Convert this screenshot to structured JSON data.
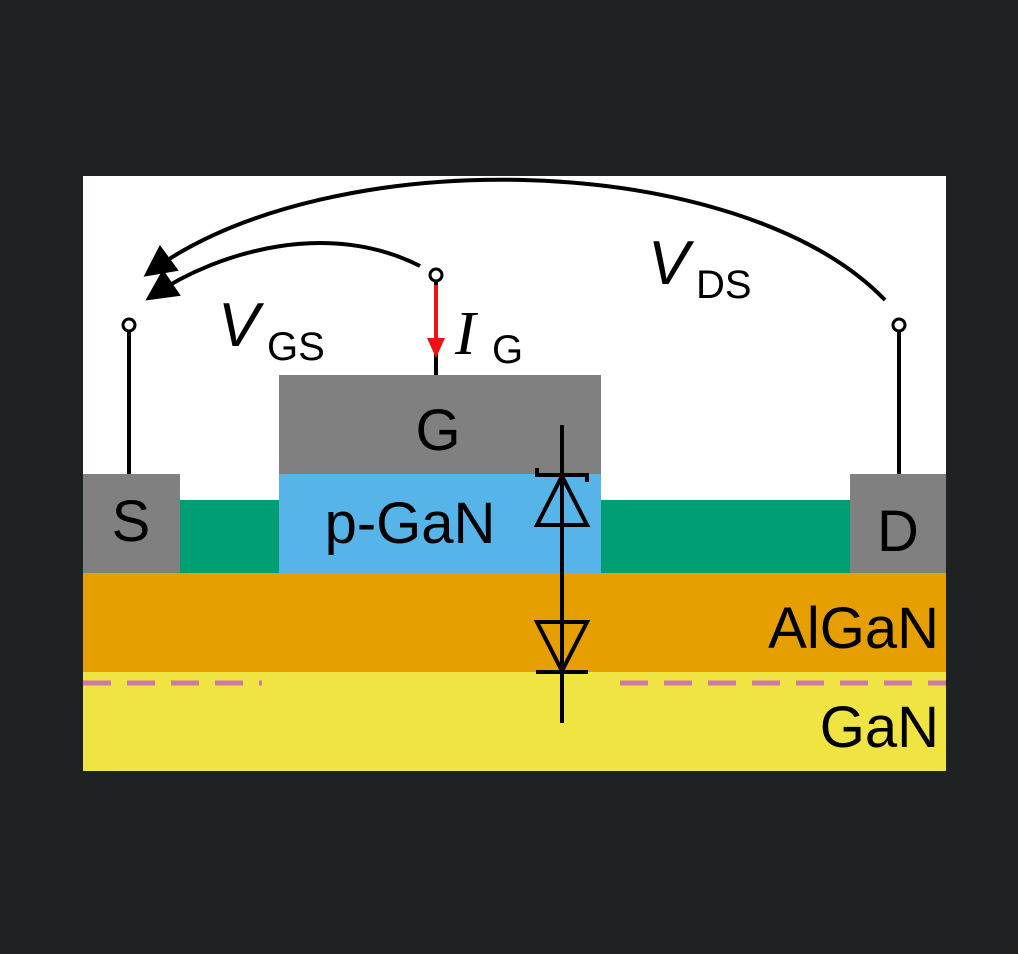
{
  "colors": {
    "background": "#1e2222",
    "panel": "#ffffff",
    "metal": "#808080",
    "passivation": "#009e73",
    "pgan": "#56b4e9",
    "algan": "#e69f00",
    "gan": "#f0e442",
    "2deg": "#cc79a7",
    "gate_current": "#ee1111"
  },
  "labels": {
    "source": "S",
    "drain": "D",
    "gate": "G",
    "pgan": "p-GaN",
    "algan": "AlGaN",
    "gan": "GaN",
    "vgs_main": "V",
    "vgs_sub": "GS",
    "vds_main": "V",
    "vds_sub": "DS",
    "ig_main": "I",
    "ig_sub": "G"
  }
}
